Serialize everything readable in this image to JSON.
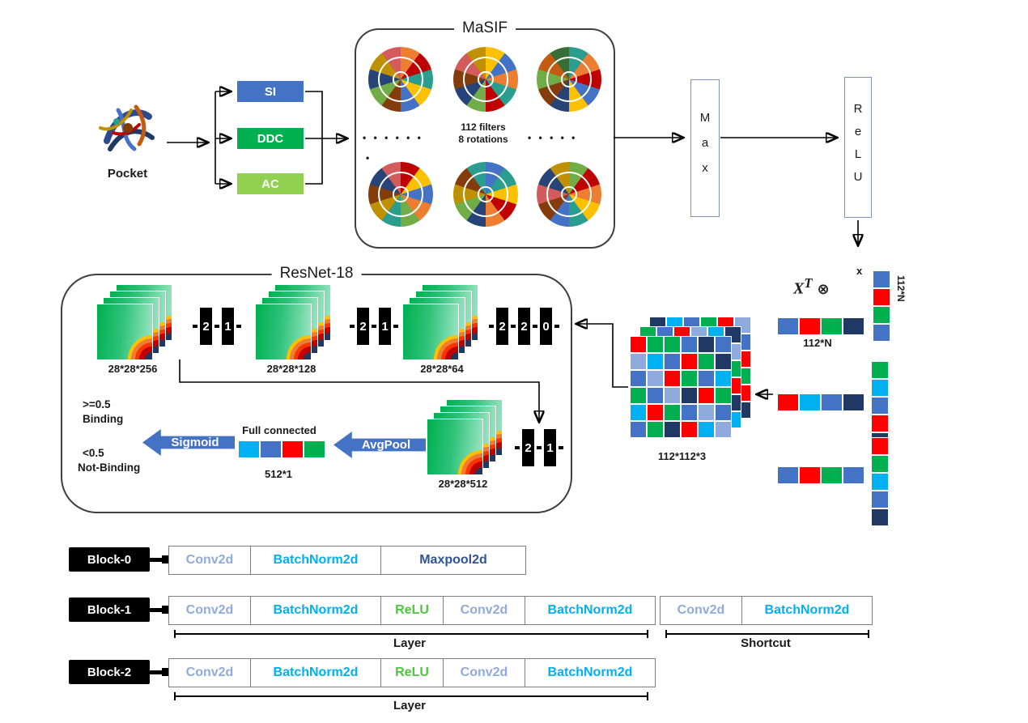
{
  "colors": {
    "accent_blue": "#4472C4",
    "green": "#00B050",
    "light_green": "#92D050",
    "cyan": "#00B0F0",
    "light_periwinkle": "#8FAADC",
    "dark_blue": "#2F5496",
    "red": "#FF0000",
    "navy": "#203864"
  },
  "pocket": {
    "label": "Pocket"
  },
  "features": {
    "si": "SI",
    "ddc": "DDC",
    "ac": "AC"
  },
  "masif": {
    "title": "MaSIF",
    "filters_line1": "112 filters",
    "filters_line2": "8 rotations",
    "dots_left": "• • • • • •",
    "dots_single": "•",
    "dots_right": "• • • • •",
    "pies": [
      [
        "#ED7D31",
        "#C00000",
        "#2A9D8F",
        "#FFC000",
        "#4472C4",
        "#843C0C",
        "#70AD47",
        "#264478",
        "#BF9000",
        "#D45B5B"
      ],
      [
        "#FFC000",
        "#4472C4",
        "#ED7D31",
        "#2A9D8F",
        "#C00000",
        "#70AD47",
        "#264478",
        "#843C0C",
        "#D45B5B",
        "#BF9000"
      ],
      [
        "#2A9D8F",
        "#ED7D31",
        "#C00000",
        "#4472C4",
        "#FFC000",
        "#264478",
        "#843C0C",
        "#70AD47",
        "#C55A11",
        "#376E37"
      ],
      [
        "#C00000",
        "#FFC000",
        "#4472C4",
        "#ED7D31",
        "#70AD47",
        "#2A9D8F",
        "#BF9000",
        "#843C0C",
        "#264478",
        "#D45B5B"
      ],
      [
        "#4472C4",
        "#2A9D8F",
        "#FFC000",
        "#C00000",
        "#ED7D31",
        "#264478",
        "#70AD47",
        "#BF9000",
        "#843C0C",
        "#2A9D8F"
      ],
      [
        "#70AD47",
        "#C00000",
        "#ED7D31",
        "#FFC000",
        "#2A9D8F",
        "#4472C4",
        "#843C0C",
        "#D45B5B",
        "#264478",
        "#BF9000"
      ]
    ]
  },
  "max_label": "Max",
  "relu_label": "ReLU",
  "tensor": {
    "x": "X",
    "sup": "T",
    "otimes": "⊗",
    "small_x": "x",
    "row1": {
      "cells": [
        "#4472C4",
        "#FF0000",
        "#00B050",
        "#203864"
      ],
      "label": "112*N"
    },
    "col1": {
      "cells": [
        "#4472C4",
        "#FF0000",
        "#00B050",
        "#4472C4"
      ],
      "label": "112*N"
    },
    "row2": {
      "cells": [
        "#FF0000",
        "#00B0F0",
        "#4472C4",
        "#203864"
      ]
    },
    "col2": {
      "cells": [
        "#00B050",
        "#00B0F0",
        "#4472C4",
        "#FF0000",
        "#203864"
      ]
    },
    "row3": {
      "cells": [
        "#4472C4",
        "#FF0000",
        "#00B050",
        "#4472C4"
      ]
    },
    "col3": {
      "cells": [
        "#FF0000",
        "#00B050",
        "#00B0F0",
        "#4472C4",
        "#203864"
      ]
    },
    "matrix": {
      "label": "112*112*3",
      "grid_front": [
        "#FF0000",
        "#00B050",
        "#00B050",
        "#4472C4",
        "#203864",
        "#4472C4",
        "#8FAADC",
        "#00B0F0",
        "#4472C4",
        "#FF0000",
        "#00B050",
        "#203864",
        "#4472C4",
        "#8FAADC",
        "#FF0000",
        "#00B050",
        "#4472C4",
        "#00B0F0",
        "#00B050",
        "#4472C4",
        "#8FAADC",
        "#203864",
        "#FF0000",
        "#00B050",
        "#00B0F0",
        "#FF0000",
        "#00B050",
        "#4472C4",
        "#8FAADC",
        "#4472C4",
        "#4472C4",
        "#00B050",
        "#203864",
        "#FF0000",
        "#00B0F0",
        "#8FAADC"
      ],
      "grid_mid": [
        "#00B050",
        "#4472C4",
        "#FF0000",
        "#8FAADC",
        "#00B0F0",
        "#203864",
        "#4472C4",
        "#FF0000",
        "#00B050",
        "#203864",
        "#4472C4",
        "#8FAADC",
        "#00B0F0",
        "#00B050",
        "#4472C4",
        "#FF0000",
        "#8FAADC",
        "#00B050",
        "#FF0000",
        "#203864",
        "#00B0F0",
        "#00B050",
        "#4472C4",
        "#FF0000",
        "#8FAADC",
        "#4472C4",
        "#FF0000",
        "#00B0F0",
        "#00B050",
        "#203864",
        "#00B050",
        "#FF0000",
        "#4472C4",
        "#8FAADC",
        "#203864",
        "#00B0F0"
      ],
      "grid_back": [
        "#203864",
        "#00B0F0",
        "#4472C4",
        "#00B050",
        "#FF0000",
        "#8FAADC",
        "#FF0000",
        "#4472C4",
        "#00B050",
        "#00B0F0",
        "#203864",
        "#4472C4",
        "#00B050",
        "#FF0000",
        "#8FAADC",
        "#4472C4",
        "#00B050",
        "#FF0000",
        "#4472C4",
        "#00B0F0",
        "#203864",
        "#FF0000",
        "#8FAADC",
        "#00B050",
        "#FF0000",
        "#00B050",
        "#4472C4",
        "#203864",
        "#00B0F0",
        "#FF0000",
        "#8FAADC",
        "#4472C4",
        "#00B050",
        "#FF0000",
        "#4472C4",
        "#203864"
      ]
    }
  },
  "resnet": {
    "title": "ResNet-18",
    "stack1_label": "28*28*256",
    "stack2_label": "28*28*128",
    "stack3_label": "28*28*64",
    "stack4_label": "28*28*512",
    "strides1": [
      "2",
      "1"
    ],
    "strides2": [
      "2",
      "1"
    ],
    "strides3": [
      "2",
      "2",
      "0"
    ],
    "strides4": [
      "2",
      "1"
    ],
    "fc_title": "Full connected",
    "fc_cells": [
      "#00B0F0",
      "#4472C4",
      "#FF0000",
      "#00B050"
    ],
    "fc_label": "512*1",
    "avgpool": "AvgPool",
    "sigmoid": "Sigmoid",
    "out1_thresh": ">=0.5",
    "out1_label": "Binding",
    "out2_thresh": "<0.5",
    "out2_label": "Not-Binding"
  },
  "blocks": {
    "b0": {
      "name": "Block-0",
      "layers": [
        "Conv2d",
        "BatchNorm2d",
        "Maxpool2d"
      ]
    },
    "b1": {
      "name": "Block-1",
      "layer": [
        "Conv2d",
        "BatchNorm2d",
        "ReLU",
        "Conv2d",
        "BatchNorm2d"
      ],
      "shortcut": [
        "Conv2d",
        "BatchNorm2d"
      ],
      "layer_caption": "Layer",
      "shortcut_caption": "Shortcut"
    },
    "b2": {
      "name": "Block-2",
      "layer": [
        "Conv2d",
        "BatchNorm2d",
        "ReLU",
        "Conv2d",
        "BatchNorm2d"
      ],
      "layer_caption": "Layer"
    }
  }
}
